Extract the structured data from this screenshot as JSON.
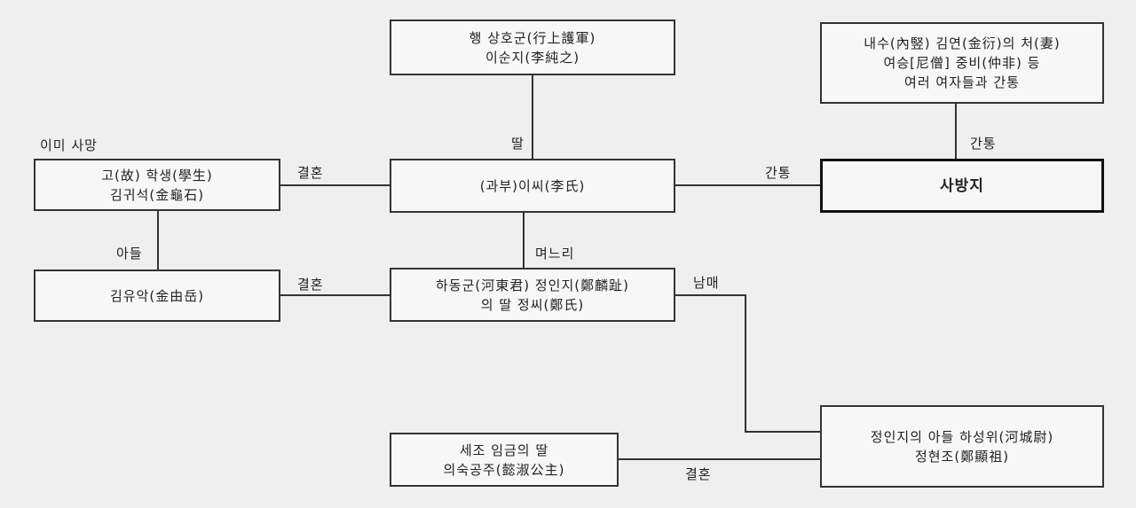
{
  "nodes": {
    "father": {
      "line1": "행 상호군(行上護軍)",
      "line2": "이순지(李純之)"
    },
    "women": {
      "line1": "내수(內竪) 김연(金衍)의 처(妻)",
      "line2": "여승[尼僧] 중비(仲非) 등",
      "line3": "여러 여자들과 간통"
    },
    "husband": {
      "line1": "고(故) 학생(學生)",
      "line2": "김귀석(金龜石)"
    },
    "widow": {
      "line1": "(과부)이씨(李氏)"
    },
    "sabangji": {
      "line1": "사방지"
    },
    "son": {
      "line1": "김유악(金由岳)"
    },
    "daughter_in_law": {
      "line1": "하동군(河東君) 정인지(鄭麟趾)",
      "line2": "의 딸 정씨(鄭氏)"
    },
    "princess": {
      "line1": "세조 임금의 딸",
      "line2": "의숙공주(懿淑公主)"
    },
    "jeong_son": {
      "line1": "정인지의 아들 하성위(河城尉)",
      "line2": "정현조(鄭顯祖)"
    }
  },
  "labels": {
    "already_dead": "이미 사망",
    "marriage_1": "결혼",
    "daughter": "딸",
    "affair_1": "간통",
    "affair_2": "간통",
    "son_rel": "아들",
    "daughter_in_law_rel": "며느리",
    "marriage_2": "결혼",
    "siblings": "남매",
    "marriage_3": "결혼"
  }
}
